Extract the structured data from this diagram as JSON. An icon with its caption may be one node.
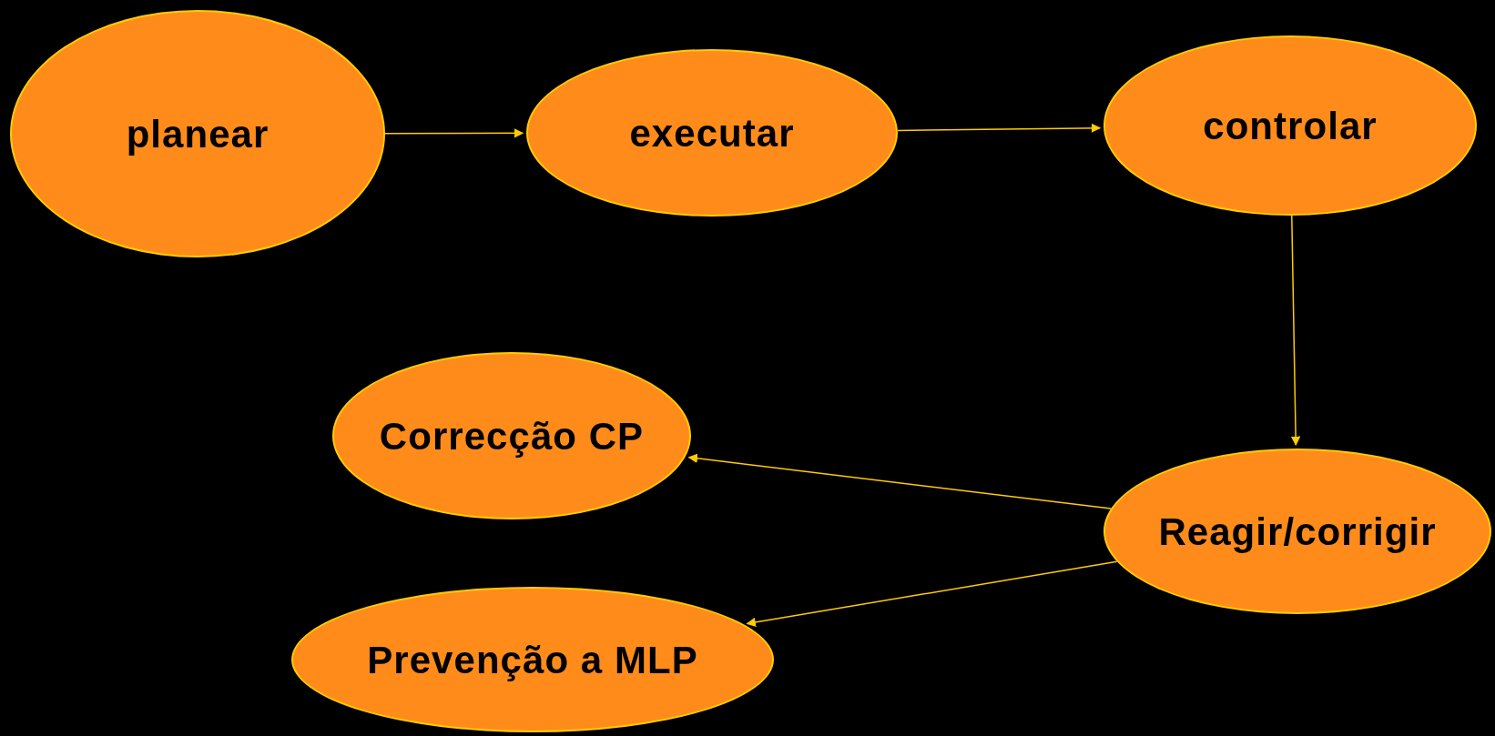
{
  "diagram": {
    "nodes": [
      {
        "text": [
          "planear"
        ]
      },
      {
        "text": [
          "executar"
        ]
      },
      {
        "text": [
          "controlar"
        ]
      },
      {
        "text": [
          "Correcção CP"
        ]
      },
      {
        "text": [
          "Reagir/corrigir"
        ]
      },
      {
        "text": [
          "Prevenção a MLP"
        ]
      }
    ],
    "edges": [
      {
        "from": 0,
        "to": 1,
        "arrow": "to"
      },
      {
        "from": 1,
        "to": 2,
        "arrow": "to"
      },
      {
        "from": 2,
        "to": 4,
        "arrow": "to"
      },
      {
        "from": 4,
        "to": 3,
        "arrow": "to"
      },
      {
        "from": 4,
        "to": 5,
        "arrow": "to"
      }
    ]
  }
}
